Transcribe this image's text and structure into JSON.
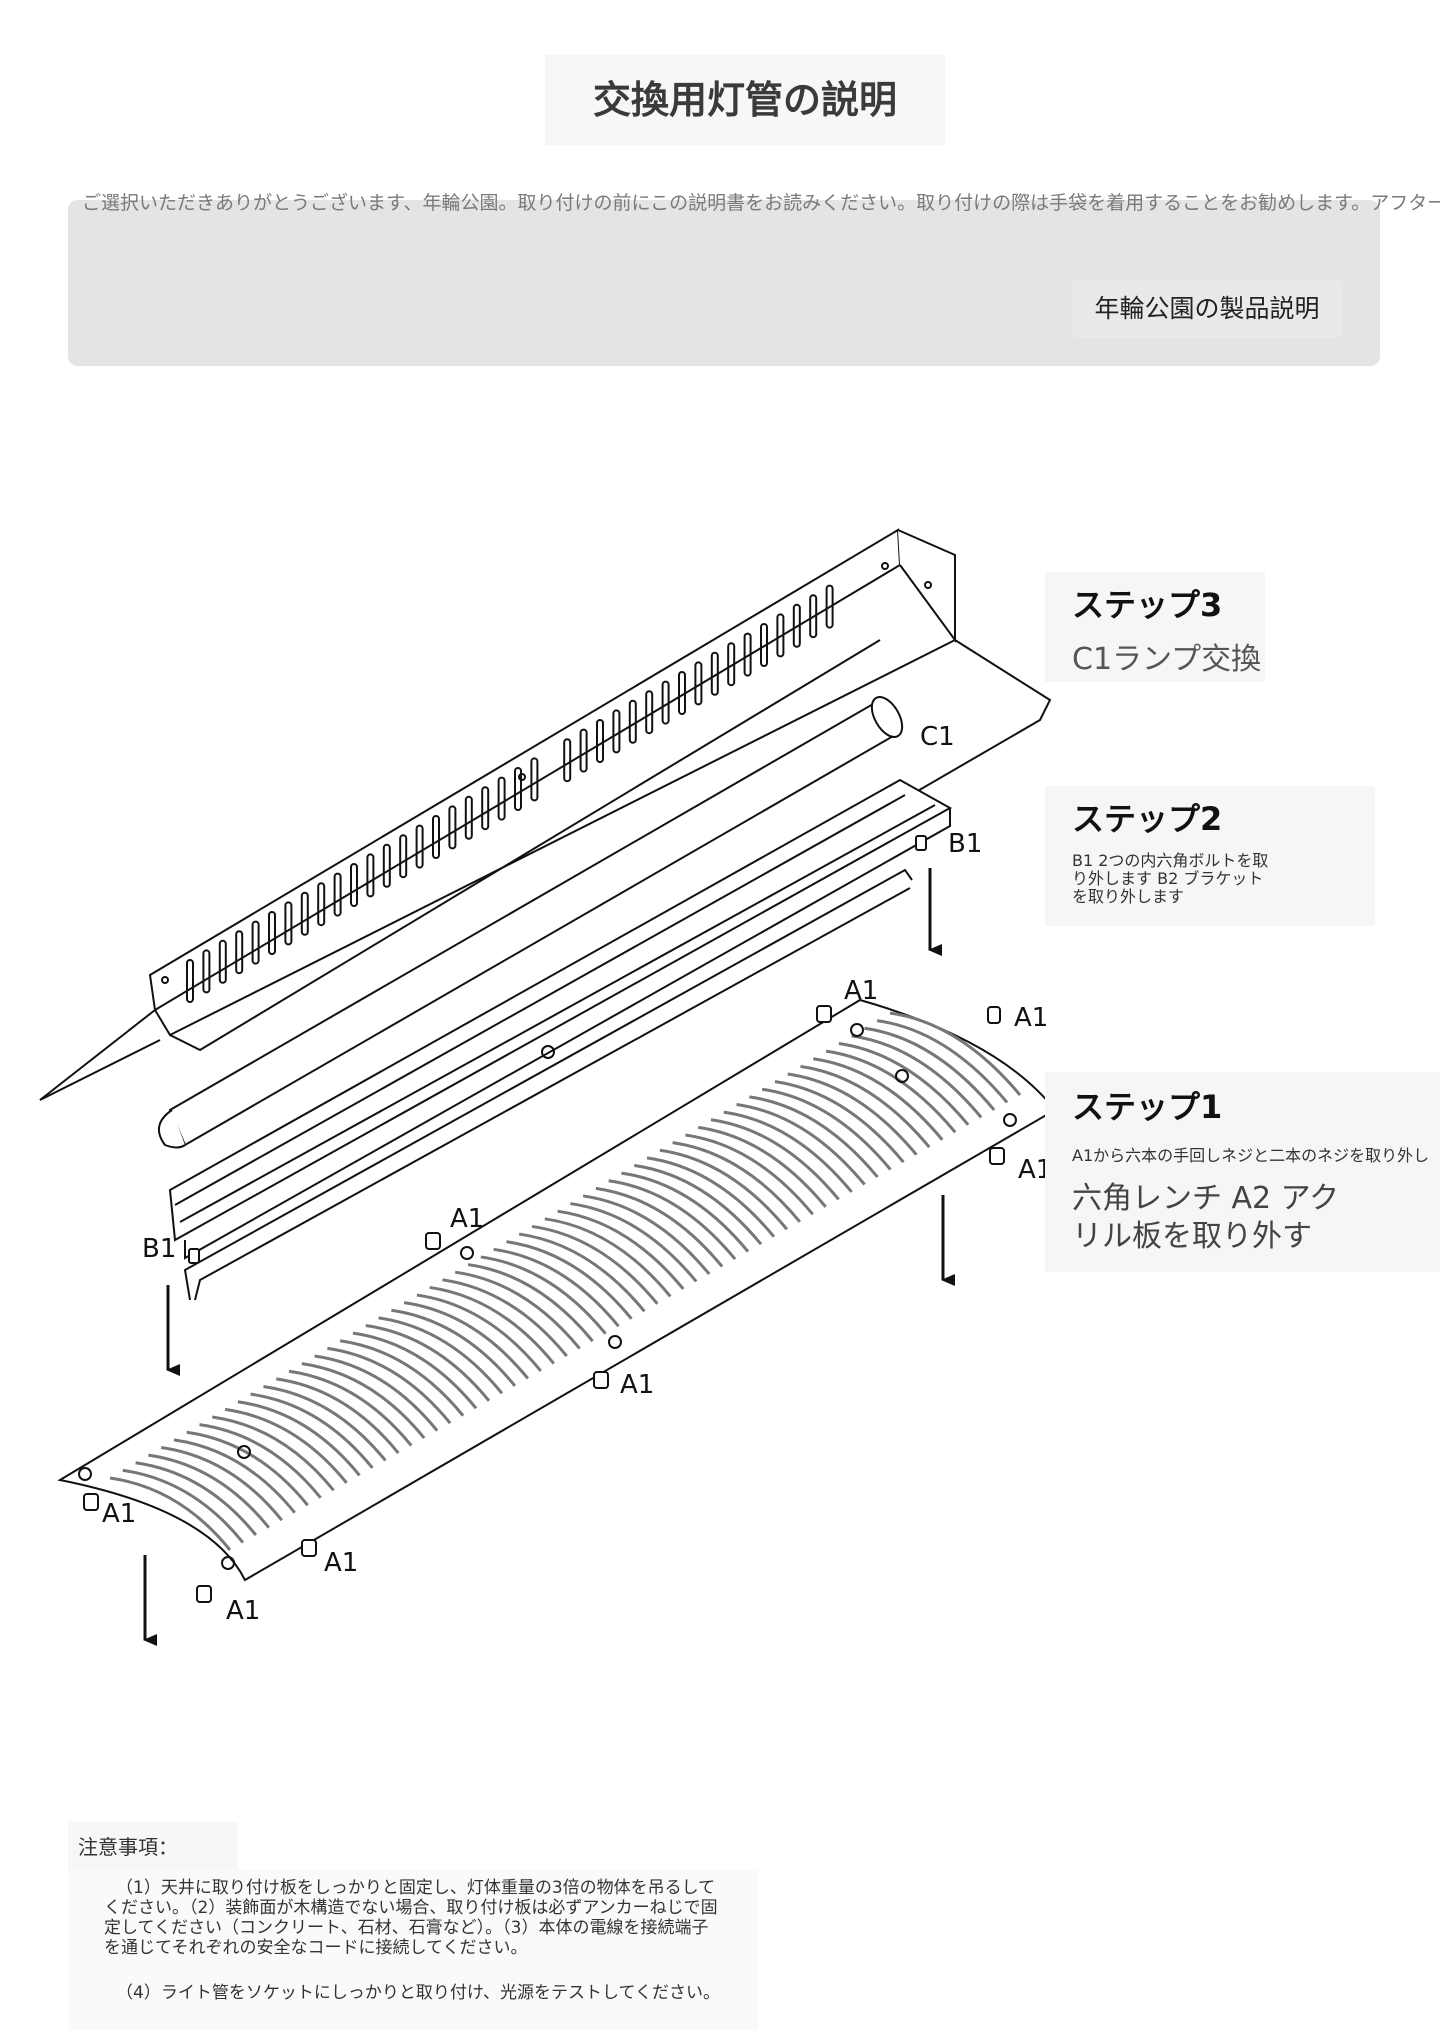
{
  "header": {
    "title": "交換用灯管の説明"
  },
  "intro": {
    "text": "ご選択いただきありがとうございます、年輪公園。取り付けの前にこの説明書をお読みください。取り付けの際は手袋を着用することをお勧めします。アフターサ",
    "product_label": "年輪公園の製品説明"
  },
  "steps": {
    "step3": {
      "title": "ステップ3",
      "desc": "C1ランプ交換"
    },
    "step2": {
      "title": "ステップ2",
      "desc": "B1 2つの内六角ボルトを取り外します B2 ブラケットを取り外します"
    },
    "step1": {
      "title": "ステップ1",
      "desc_small": "A1から六本の手回しネジと二本のネジを取り外し",
      "desc_big": "六角レンチ A2 アクリル板を取り外す"
    }
  },
  "diagram_labels": {
    "c1": "C1",
    "b1": "B1",
    "a1": "A1"
  },
  "notes": {
    "label": "注意事項：",
    "item1": "（1）天井に取り付け板をしっかりと固定し、灯体重量の3倍の物体を吊るしてください。（2）装飾面が木構造でない場合、取り付け板は必ずアンカーねじで固定してください（コンクリート、石材、石膏など）。（3）本体の電線を接続端子を通じてそれぞれの安全なコードに接続してください。",
    "item2": "（4）ライト管をソケットにしっかりと取り付け、光源をテストしてください。"
  }
}
